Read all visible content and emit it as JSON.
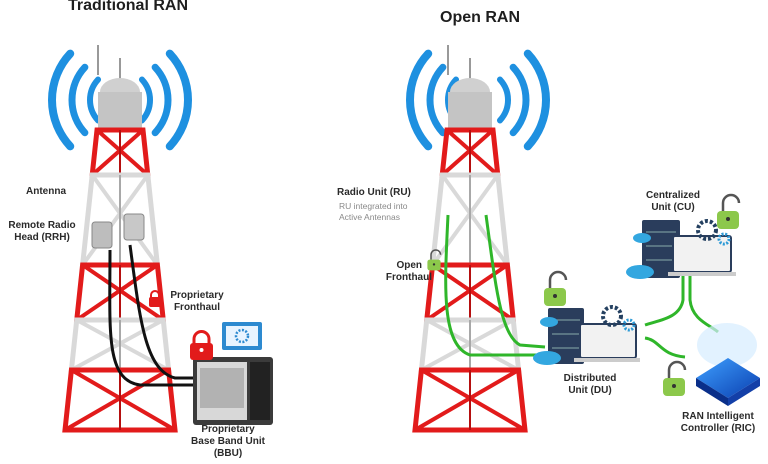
{
  "traditional": {
    "title": "Traditional RAN",
    "antenna": "Antenna",
    "rrh": [
      "Remote Radio",
      "Head (RRH)"
    ],
    "fronthaul": [
      "Proprietary",
      "Fronthaul"
    ],
    "bbu": [
      "Proprietary",
      "Base Band Unit",
      "(BBU)"
    ]
  },
  "open": {
    "title": "Open RAN",
    "ru": "Radio Unit (RU)",
    "ru_note": [
      "RU integrated into",
      "Active Antennas"
    ],
    "fronthaul": [
      "Open",
      "Fronthaul"
    ],
    "cu": [
      "Centralized",
      "Unit (CU)"
    ],
    "du": [
      "Distributed",
      "Unit (DU)"
    ],
    "ric": [
      "RAN Intelligent",
      "Controller (RIC)"
    ]
  },
  "colors": {
    "red": "#e21b1b",
    "green": "#2fb62a",
    "wave": "#1e90e0",
    "lock_green": "#8cc84b",
    "navy": "#233a5a"
  }
}
